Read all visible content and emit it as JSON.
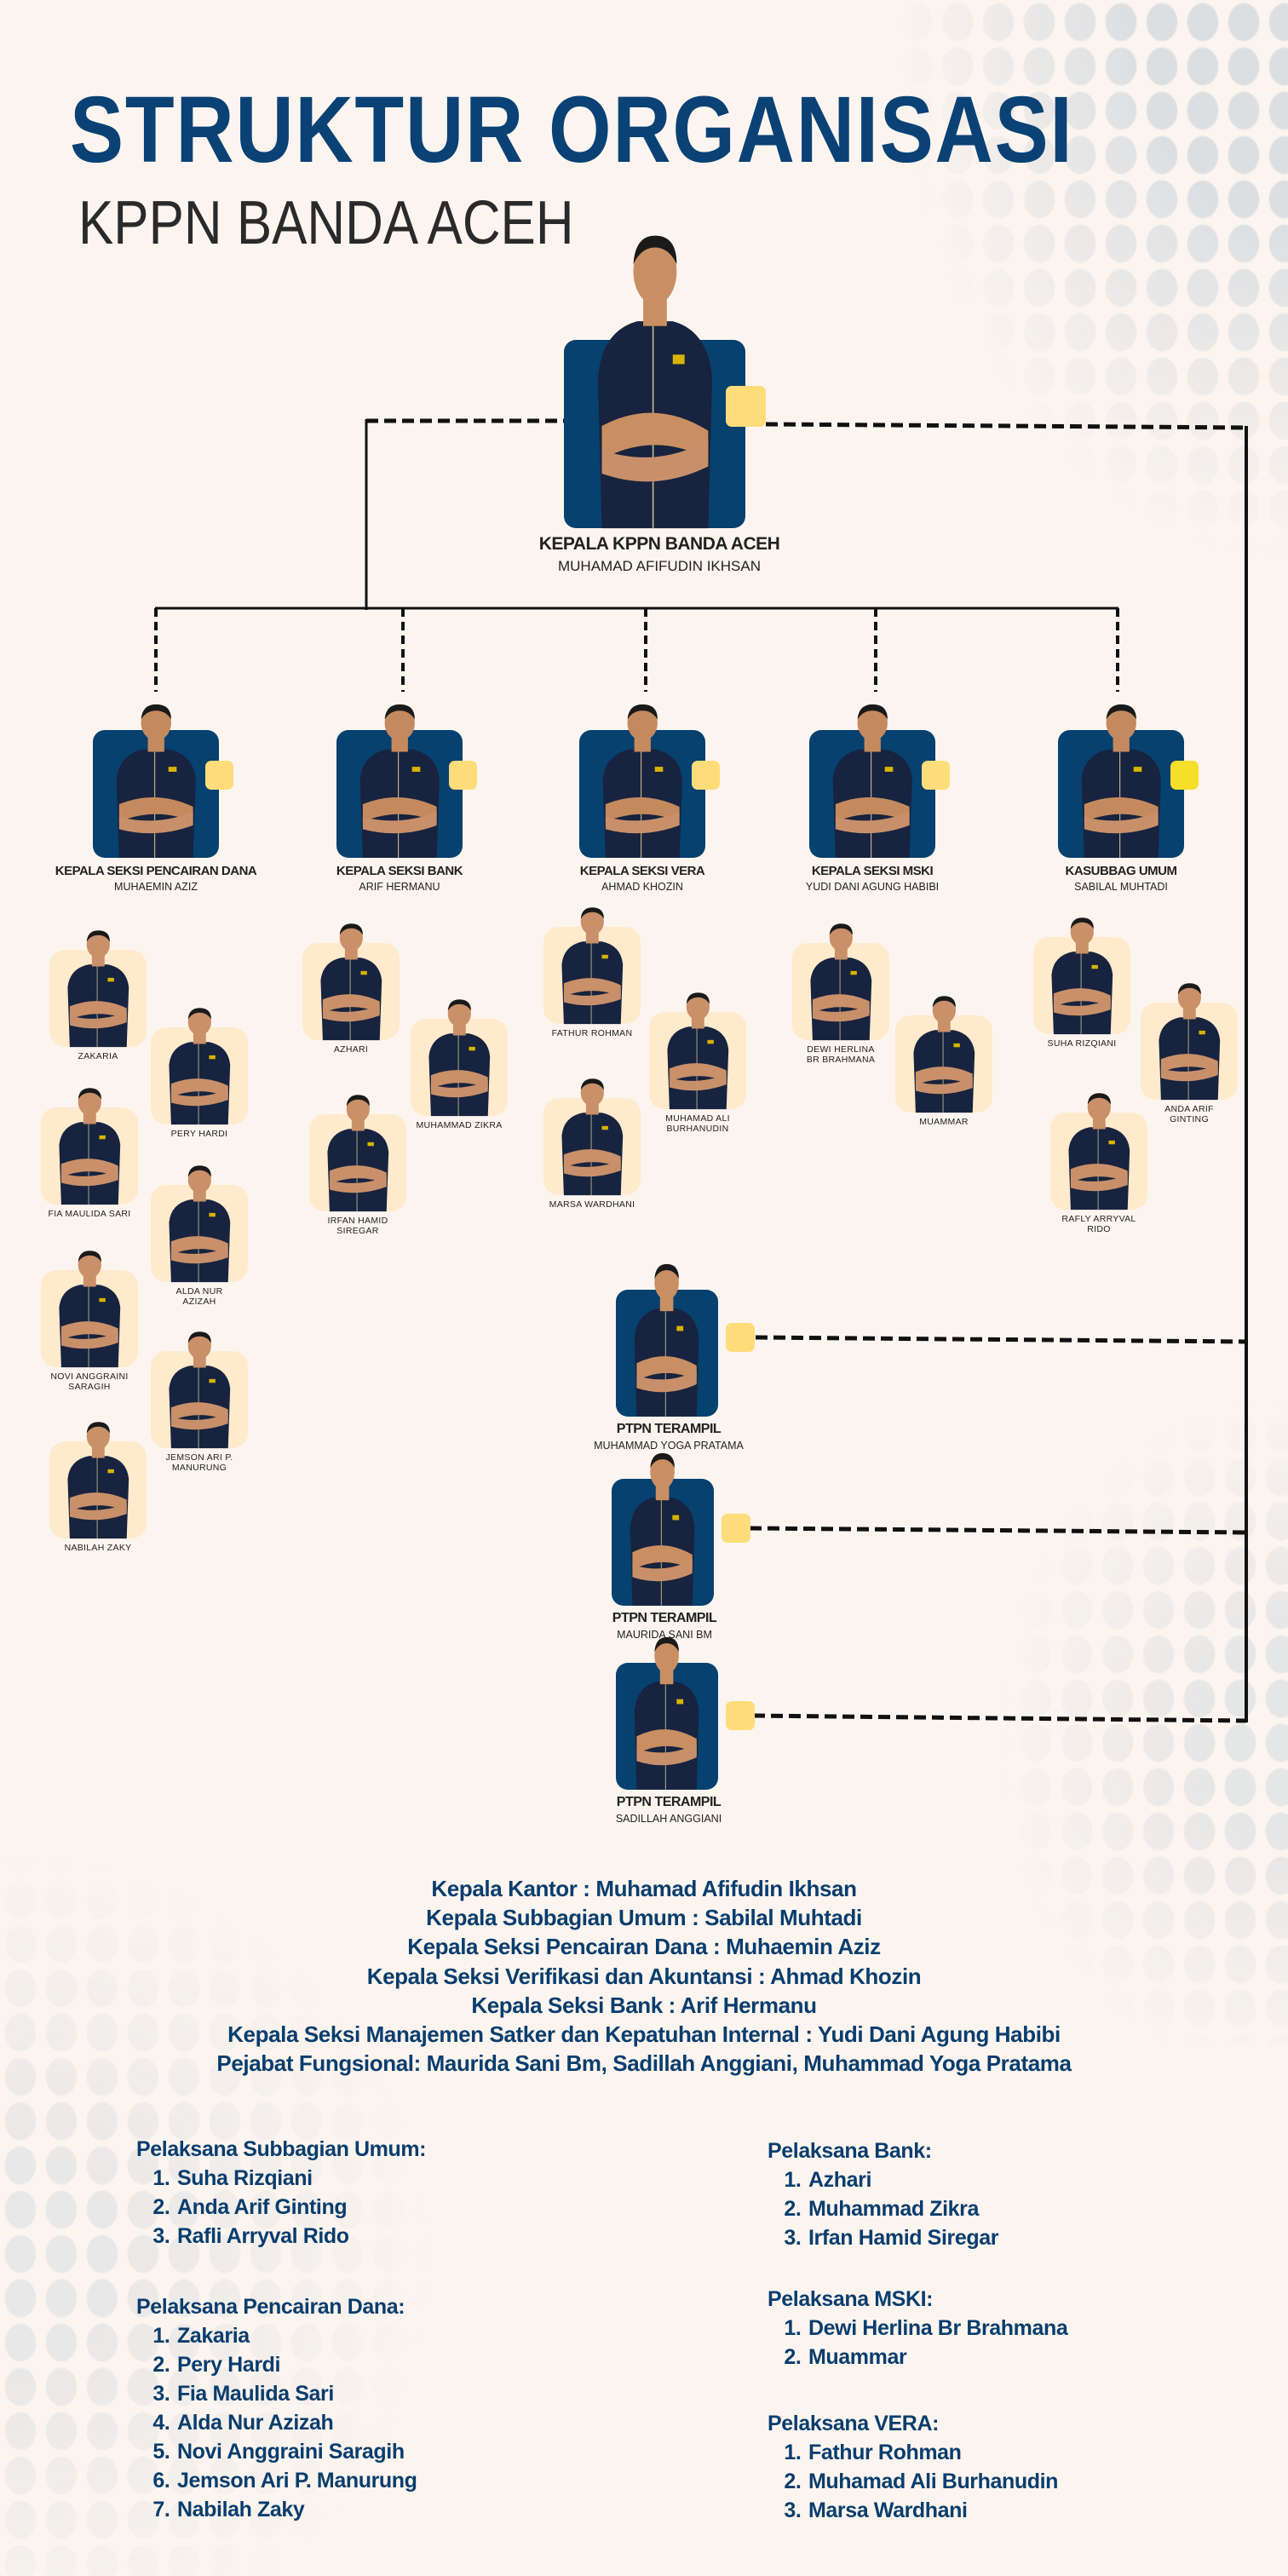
{
  "header": {
    "title": "STRUKTUR ORGANISASI",
    "subtitle": "KPPN BANDA ACEH"
  },
  "head": {
    "role": "KEPALA KPPN BANDA ACEH",
    "name": "MUHAMAD AFIFUDIN IKHSAN"
  },
  "sections": [
    {
      "role": "KEPALA SEKSI PENCAIRAN DANA",
      "name": "MUHAEMIN AZIZ",
      "staff": [
        "ZAKARIA",
        "PERY HARDI",
        "FIA MAULIDA SARI",
        "ALDA NUR\nAZIZAH",
        "NOVI ANGGRAINI\nSARAGIH",
        "JEMSON ARI P.\nMANURUNG",
        "NABILAH ZAKY"
      ]
    },
    {
      "role": "KEPALA SEKSI BANK",
      "name": "ARIF HERMANU",
      "staff": [
        "AZHARI",
        "MUHAMMAD ZIKRA",
        "IRFAN HAMID\nSIREGAR"
      ]
    },
    {
      "role": "KEPALA SEKSI VERA",
      "name": "AHMAD KHOZIN",
      "staff": [
        "FATHUR ROHMAN",
        "MUHAMAD ALI\nBURHANUDIN",
        "MARSA WARDHANI"
      ]
    },
    {
      "role": "KEPALA SEKSI MSKI",
      "name": "YUDI DANI AGUNG HABIBI",
      "staff": [
        "DEWI HERLINA\nBR BRAHMANA",
        "MUAMMAR"
      ]
    },
    {
      "role": "KASUBBAG UMUM",
      "name": "SABILAL MUHTADI",
      "staff": [
        "SUHA RIZQIANI",
        "ANDA ARIF\nGINTING",
        "RAFLY ARRYVAL\nRIDO"
      ]
    }
  ],
  "functional": [
    {
      "role": "PTPN TERAMPIL",
      "name": "MUHAMMAD YOGA PRATAMA"
    },
    {
      "role": "PTPN TERAMPIL",
      "name": "MAURIDA SANI BM"
    },
    {
      "role": "PTPN TERAMPIL",
      "name": "SADILLAH ANGGIANI"
    }
  ],
  "summary": [
    "Kepala Kantor : Muhamad Afifudin Ikhsan",
    "Kepala Subbagian Umum : Sabilal Muhtadi",
    "Kepala Seksi Pencairan Dana : Muhaemin Aziz",
    "Kepala Seksi Verifikasi dan Akuntansi : Ahmad Khozin",
    "Kepala Seksi Bank : Arif Hermanu",
    "Kepala Seksi Manajemen Satker dan Kepatuhan Internal : Yudi Dani Agung Habibi",
    "Pejabat Fungsional: Maurida Sani Bm, Sadillah Anggiani, Muhammad Yoga Pratama"
  ],
  "lists": [
    {
      "heading": "Pelaksana Subbagian Umum:",
      "items": [
        "Suha Rizqiani",
        "Anda Arif Ginting",
        "Rafli Arryval Rido"
      ]
    },
    {
      "heading": "Pelaksana Pencairan Dana:",
      "items": [
        "Zakaria",
        "Pery Hardi",
        "Fia Maulida Sari",
        "Alda Nur Azizah",
        "Novi Anggraini Saragih",
        "Jemson Ari P. Manurung",
        "Nabilah Zaky"
      ]
    },
    {
      "heading": "Pelaksana Bank:",
      "items": [
        "Azhari",
        "Muhammad Zikra",
        "Irfan Hamid Siregar"
      ]
    },
    {
      "heading": "Pelaksana MSKI:",
      "items": [
        "Dewi Herlina Br Brahmana",
        "Muammar"
      ]
    },
    {
      "heading": "Pelaksana VERA:",
      "items": [
        "Fathur Rohman",
        "Muhamad Ali Burhanudin",
        "Marsa Wardhani"
      ]
    }
  ],
  "colors": {
    "brand": "#0a4275",
    "card_blue": "#06416f",
    "card_cream": "#ffeacb",
    "tab": "#fedc7a",
    "tab_bright": "#f5df2a",
    "background": "#fcf5ef"
  }
}
